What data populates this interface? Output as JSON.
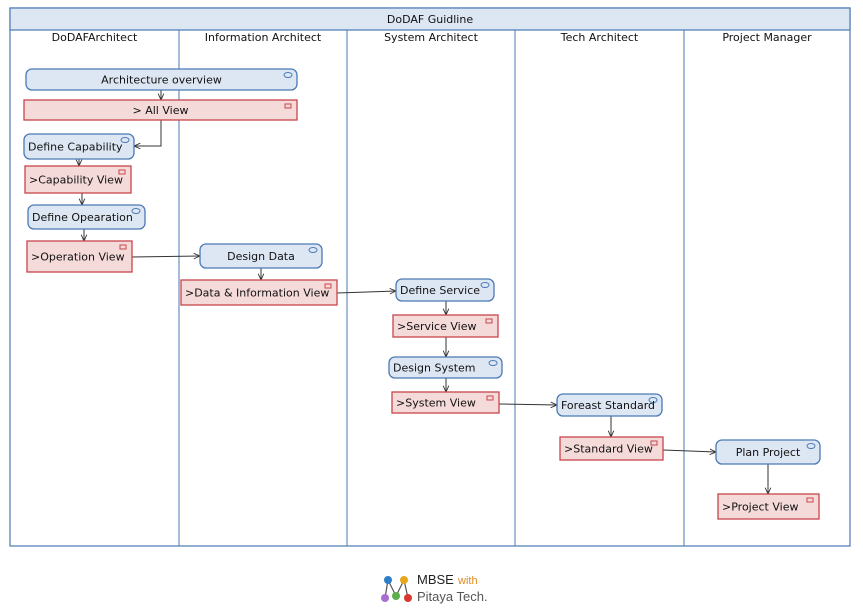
{
  "diagram": {
    "title": "DoDAF Guidline",
    "lanes": [
      "DoDAFArchitect",
      "Information Architect",
      "System Architect",
      "Tech Architect",
      "Project Manager"
    ],
    "nodes": [
      {
        "id": "n1",
        "kind": "action",
        "label": "Architecture overview"
      },
      {
        "id": "n2",
        "kind": "view",
        "label": "> All View"
      },
      {
        "id": "n3",
        "kind": "action",
        "label": "Define Capability"
      },
      {
        "id": "n4",
        "kind": "view",
        "label": ">Capability View"
      },
      {
        "id": "n5",
        "kind": "action",
        "label": "Define Opearation"
      },
      {
        "id": "n6",
        "kind": "view",
        "label": ">Operation View"
      },
      {
        "id": "n7",
        "kind": "action",
        "label": "Design Data"
      },
      {
        "id": "n8",
        "kind": "view",
        "label": ">Data & Information View"
      },
      {
        "id": "n9",
        "kind": "action",
        "label": "Define Service"
      },
      {
        "id": "n10",
        "kind": "view",
        "label": ">Service View"
      },
      {
        "id": "n11",
        "kind": "action",
        "label": "Design System"
      },
      {
        "id": "n12",
        "kind": "view",
        "label": ">System View"
      },
      {
        "id": "n13",
        "kind": "action",
        "label": "Foreast Standard"
      },
      {
        "id": "n14",
        "kind": "view",
        "label": ">Standard View"
      },
      {
        "id": "n15",
        "kind": "action",
        "label": "Plan Project"
      },
      {
        "id": "n16",
        "kind": "view",
        "label": ">Project View"
      }
    ],
    "edges": [
      {
        "from": "n1",
        "to": "n2"
      },
      {
        "from": "n2",
        "to": "n3"
      },
      {
        "from": "n3",
        "to": "n4"
      },
      {
        "from": "n4",
        "to": "n5"
      },
      {
        "from": "n5",
        "to": "n6"
      },
      {
        "from": "n6",
        "to": "n7"
      },
      {
        "from": "n7",
        "to": "n8"
      },
      {
        "from": "n8",
        "to": "n9"
      },
      {
        "from": "n9",
        "to": "n10"
      },
      {
        "from": "n10",
        "to": "n11"
      },
      {
        "from": "n11",
        "to": "n12"
      },
      {
        "from": "n12",
        "to": "n13"
      },
      {
        "from": "n13",
        "to": "n14"
      },
      {
        "from": "n14",
        "to": "n15"
      },
      {
        "from": "n15",
        "to": "n16"
      }
    ],
    "colors": {
      "border": "#4a7ab5",
      "header_fill": "#dde7f3",
      "action_fill": "#dde7f3",
      "action_stroke": "#4a7ab5",
      "view_fill": "#f5dada",
      "view_stroke": "#c8454b",
      "edge": "#333333"
    }
  },
  "brand": {
    "line1": "MBSE",
    "with": "with",
    "line2": "Pitaya Tech."
  }
}
